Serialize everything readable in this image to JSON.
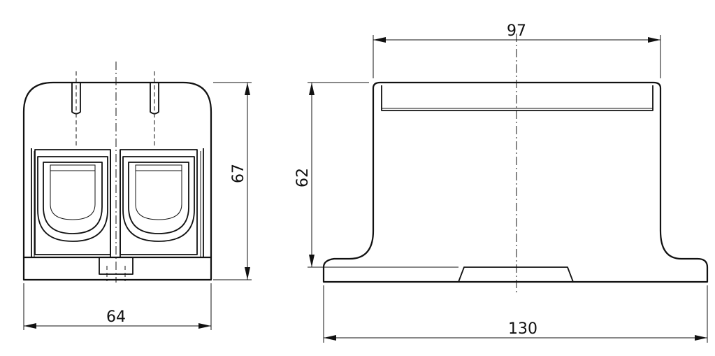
{
  "drawing": {
    "front_view": {
      "width_label": "64",
      "height_label": "67"
    },
    "side_view": {
      "top_width_label": "97",
      "height_label": "62",
      "base_width_label": "130"
    }
  }
}
